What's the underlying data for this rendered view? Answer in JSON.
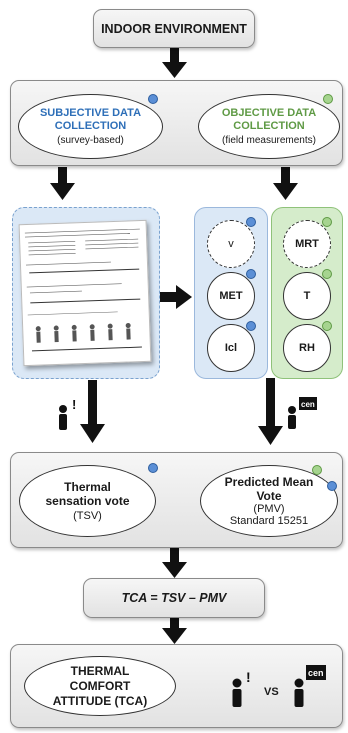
{
  "top": {
    "title": "INDOOR ENVIRONMENT"
  },
  "collection": {
    "subjective_title": "SUBJECTIVE DATA COLLECTION",
    "subjective_sub": "(survey-based)",
    "objective_title": "OBJECTIVE DATA COLLECTION",
    "objective_sub": "(field measurements)"
  },
  "subjective_vars": [
    "v",
    "MET",
    "Icl"
  ],
  "objective_vars": [
    "MRT",
    "T",
    "RH"
  ],
  "outputs": {
    "tsv_title": "Thermal sensation vote",
    "tsv_abbr": "(TSV)",
    "pmv_title": "Predicted Mean Vote",
    "pmv_abbr": "(PMV)",
    "pmv_standard": "Standard 15251"
  },
  "formula": "TCA = TSV – PMV",
  "result": {
    "title": "THERMAL COMFORT ATTITUDE (TCA)",
    "vs": "VS"
  },
  "icons": {
    "cen_label": "cen",
    "exclaim": "!"
  },
  "colors": {
    "blue_accent": "#2e6fb8",
    "green_accent": "#5f9a45",
    "blue_panel": "#dbe8f6",
    "green_panel": "#d5eccb"
  }
}
